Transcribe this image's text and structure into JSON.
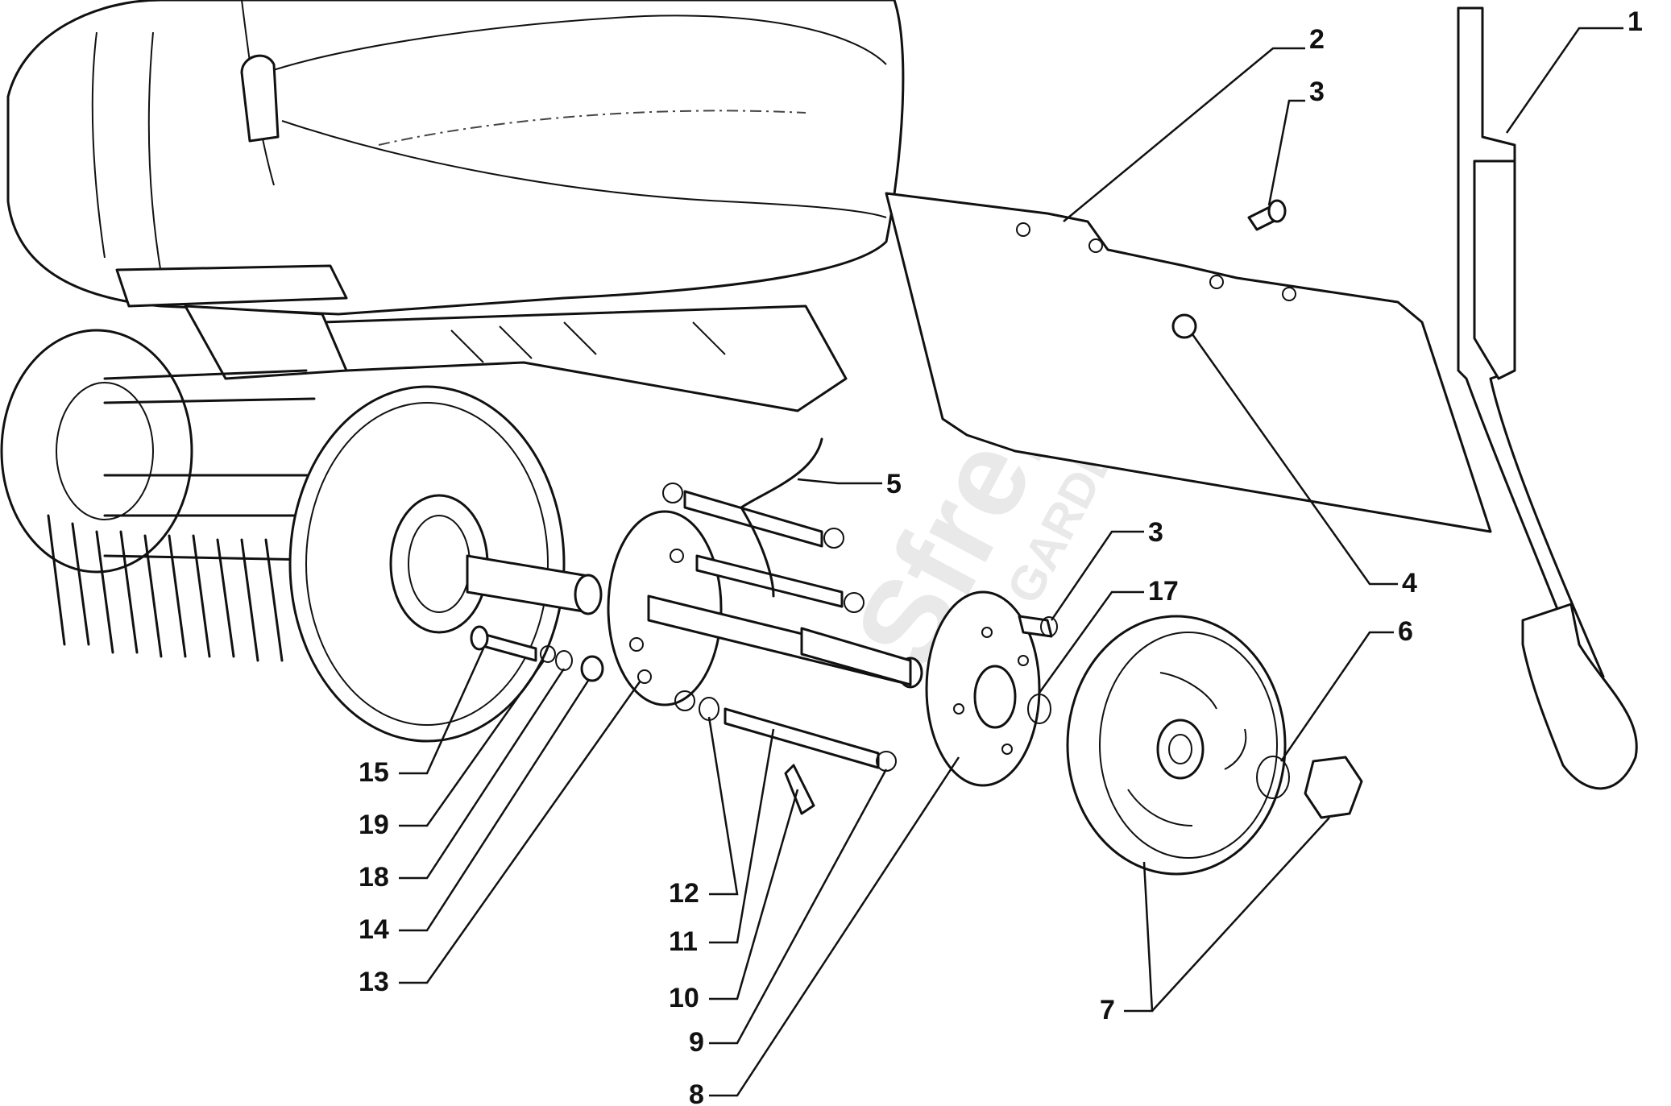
{
  "diagram": {
    "type": "exploded-parts-view",
    "watermark": {
      "brand": "Sfreiß",
      "sub": "GARDEN"
    },
    "callouts": {
      "c1": "1",
      "c2": "2",
      "c3a": "3",
      "c3b": "3",
      "c4": "4",
      "c5": "5",
      "c6": "6",
      "c7": "7",
      "c8": "8",
      "c9": "9",
      "c10": "10",
      "c11": "11",
      "c12": "12",
      "c13": "13",
      "c14": "14",
      "c15": "15",
      "c17": "17",
      "c18": "18",
      "c19": "19"
    }
  }
}
